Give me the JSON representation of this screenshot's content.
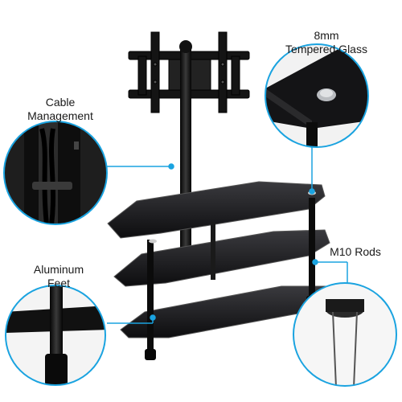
{
  "callouts": {
    "glass": {
      "line1": "8mm",
      "line2": "Tempered Glass"
    },
    "cable": {
      "line1": "Cable",
      "line2": "Management"
    },
    "feet": {
      "line1": "Aluminum",
      "line2": "Feet"
    },
    "rods": {
      "line1": "M10 Rods"
    }
  },
  "colors": {
    "accent": "#1aa3e0",
    "glass": "#1c1c1e",
    "metal": "#111111",
    "background": "#ffffff"
  }
}
